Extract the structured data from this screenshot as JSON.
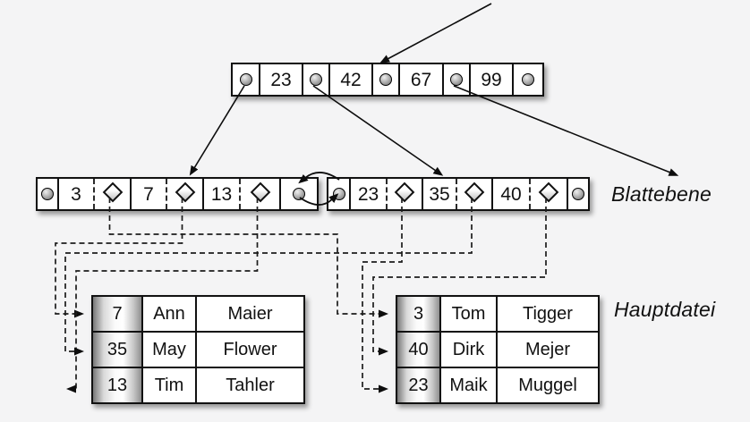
{
  "diagram": {
    "title_hint": "B+ tree with leaf level and main file (German labels)",
    "root": {
      "keys": [
        "23",
        "42",
        "67",
        "99"
      ]
    },
    "leftLeaf": {
      "keys": [
        "3",
        "7",
        "13"
      ]
    },
    "rightLeaf": {
      "keys": [
        "23",
        "35",
        "40"
      ]
    },
    "labels": {
      "leafLevel": "Blattebene",
      "mainFile": "Hauptdatei"
    },
    "leftTable": {
      "rows": [
        [
          "7",
          "Ann",
          "Maier"
        ],
        [
          "35",
          "May",
          "Flower"
        ],
        [
          "13",
          "Tim",
          "Tahler"
        ]
      ]
    },
    "rightTable": {
      "rows": [
        [
          "3",
          "Tom",
          "Tigger"
        ],
        [
          "40",
          "Dirk",
          "Mejer"
        ],
        [
          "23",
          "Maik",
          "Muggel"
        ]
      ]
    },
    "edges": [
      {
        "from": "external arrow",
        "to": "root node [23|42|67|99]"
      },
      {
        "from": "root pointer 1",
        "to": "leaf [3|7|13]"
      },
      {
        "from": "root pointer 2",
        "to": "leaf [23|35|40]"
      },
      {
        "from": "root pointer 4",
        "to": "off-screen leaf (lower right)"
      },
      {
        "from": "leaf [3|7|13]",
        "to": "leaf [23|35|40]",
        "type": "bidirectional sibling pointers"
      },
      {
        "from": "leaf key 3",
        "to": "record [3, Tom, Tigger]"
      },
      {
        "from": "leaf key 7",
        "to": "record [7, Ann, Maier]"
      },
      {
        "from": "leaf key 13",
        "to": "record [13, Tim, Tahler]"
      },
      {
        "from": "leaf key 23",
        "to": "record [23, Maik, Muggel]"
      },
      {
        "from": "leaf key 35",
        "to": "record [35, May, Flower]"
      },
      {
        "from": "leaf key 40",
        "to": "record [40, Dirk, Mejer]"
      }
    ],
    "colors": {
      "background": "#f4f4f5",
      "stroke": "#111111",
      "cellFill": "#ffffff"
    }
  }
}
